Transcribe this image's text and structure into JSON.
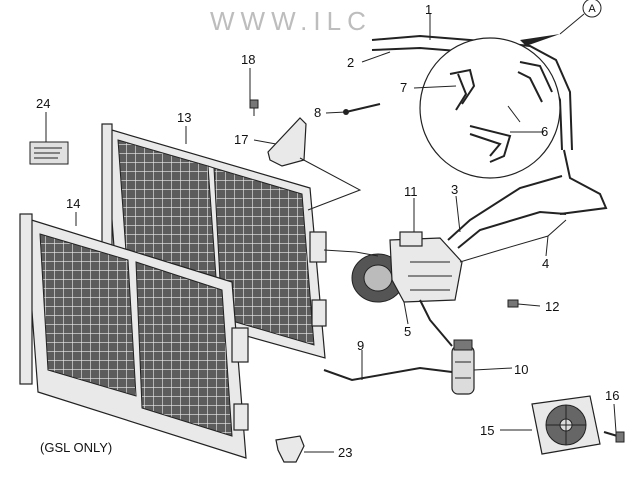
{
  "watermark": "WWW.ILC",
  "note": "(GSL ONLY)",
  "ref_mark": "A",
  "callouts": [
    "1",
    "2",
    "3",
    "4",
    "5",
    "6",
    "7",
    "8",
    "9",
    "10",
    "11",
    "12",
    "13",
    "14",
    "15",
    "16",
    "17",
    "18",
    "23",
    "24"
  ]
}
